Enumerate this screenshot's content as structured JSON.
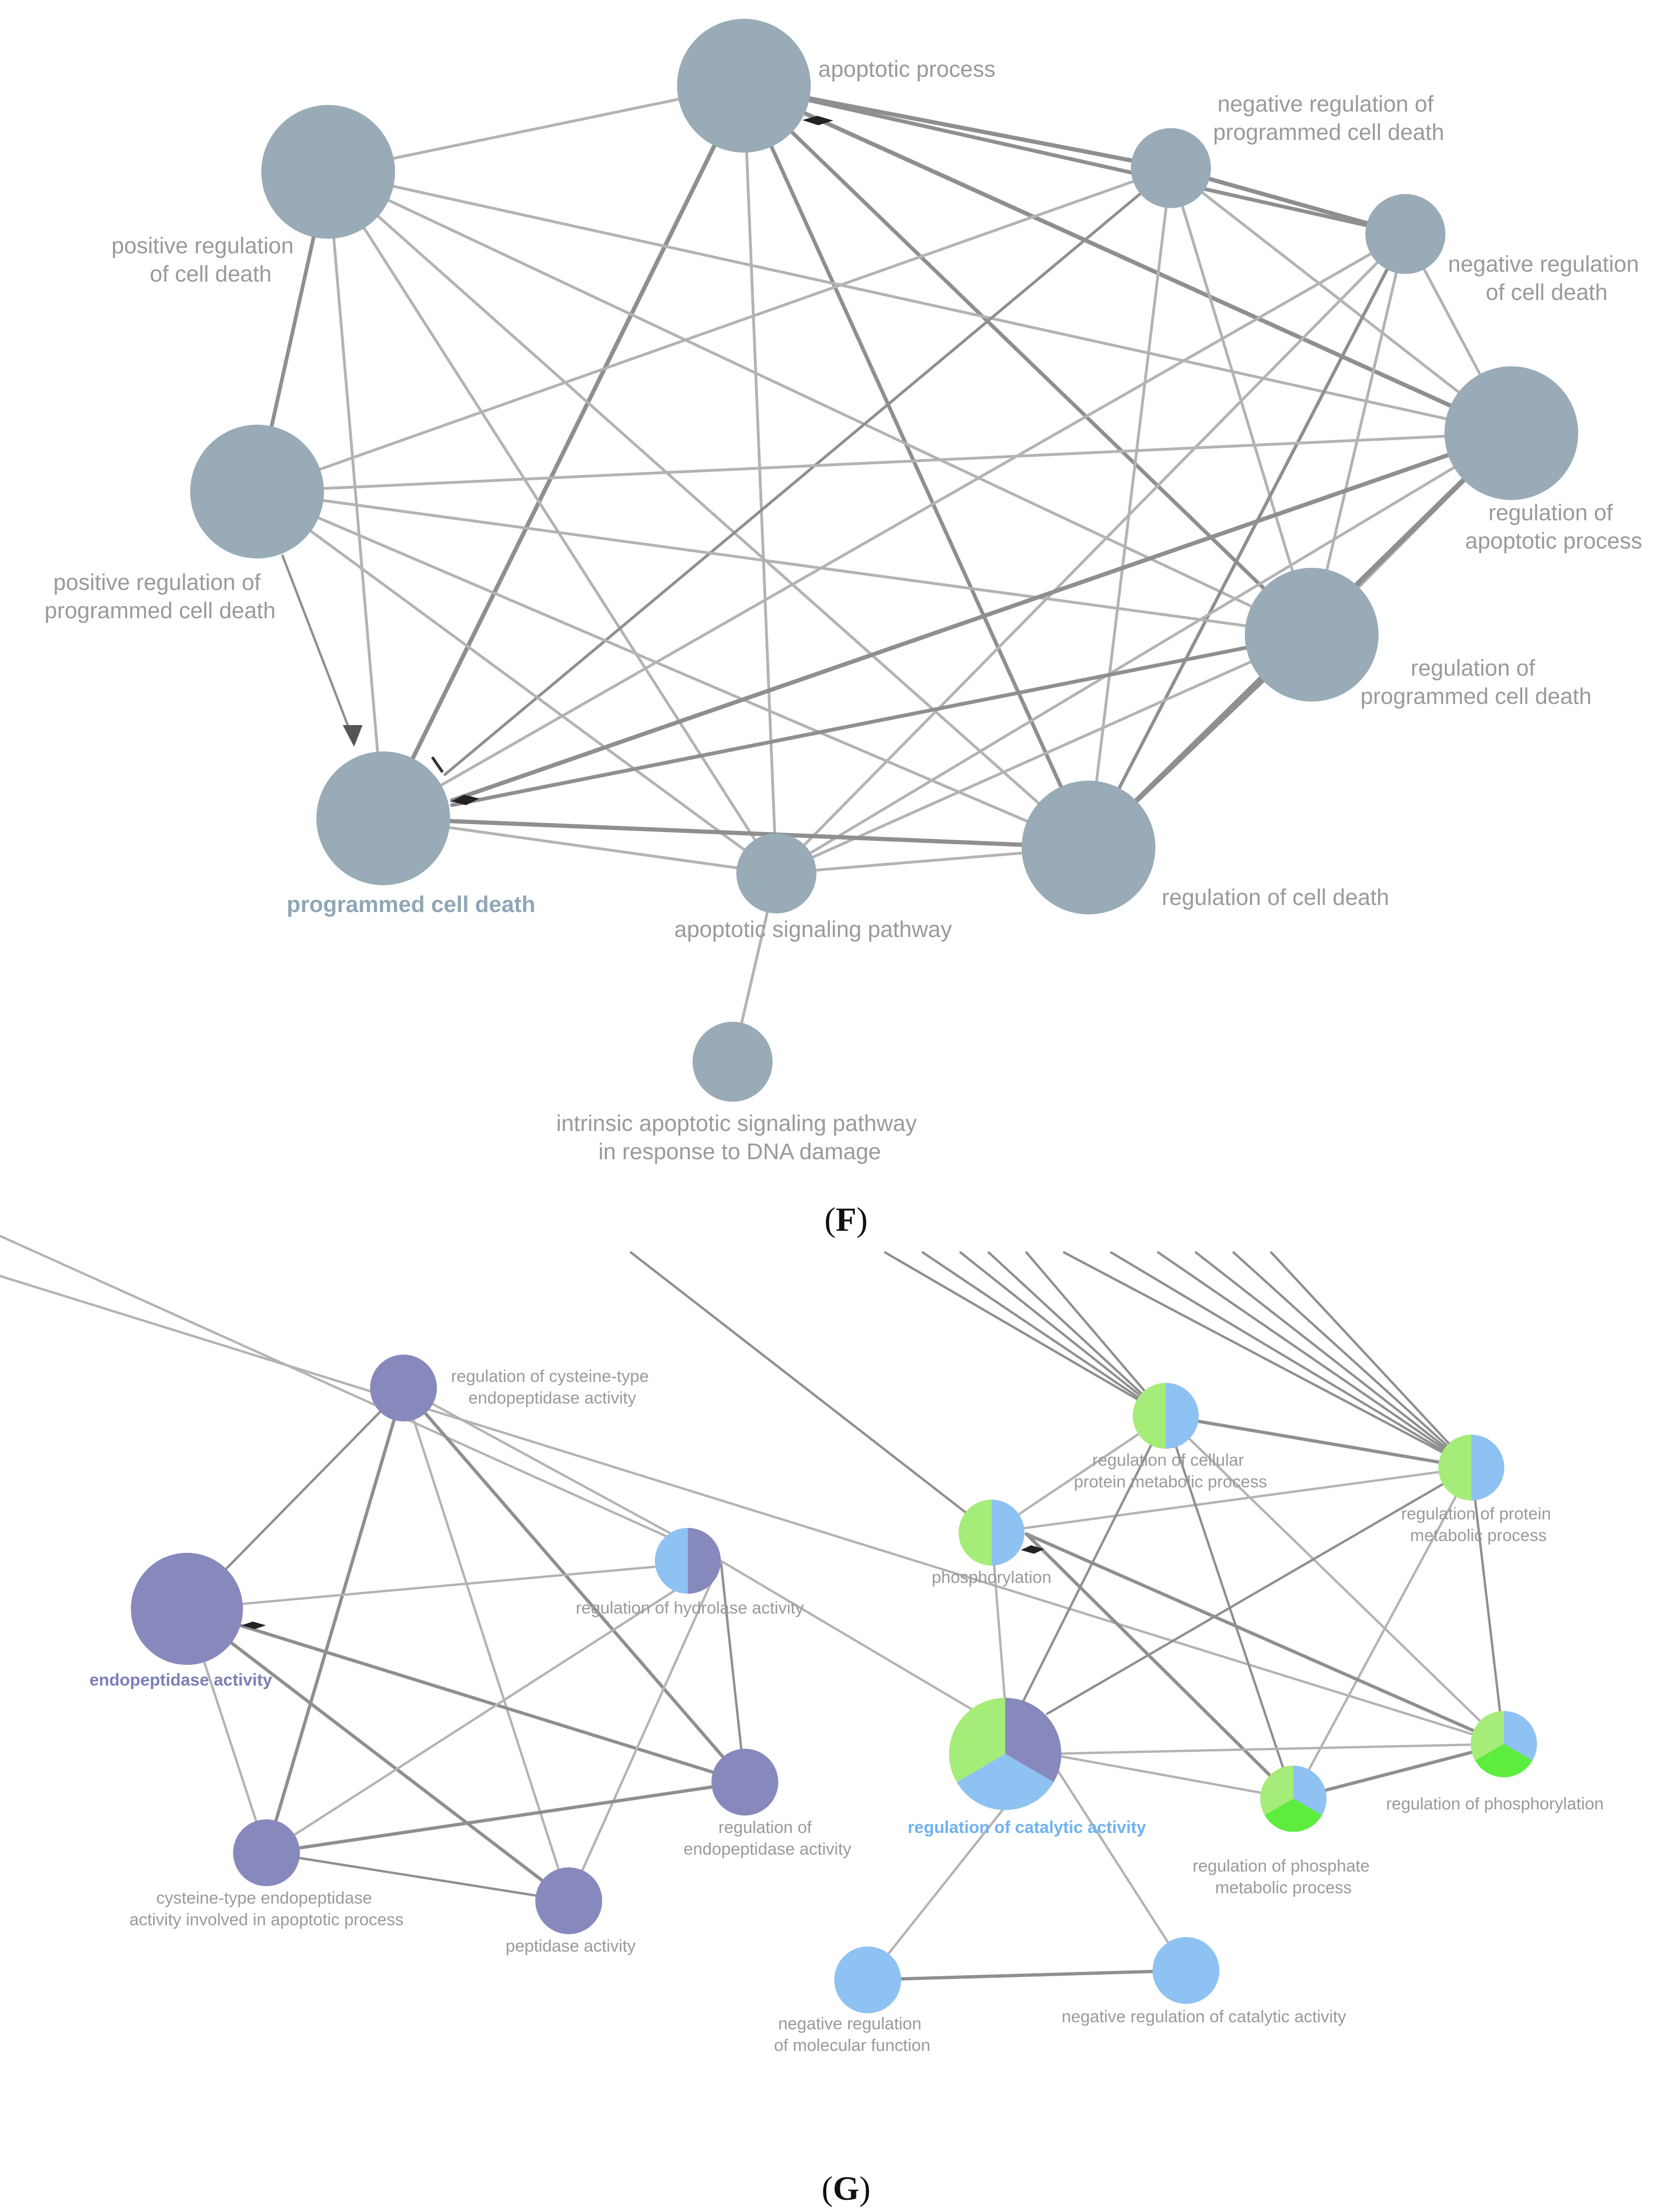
{
  "panels": [
    {
      "letter": "F",
      "open": "(",
      "close": ")"
    },
    {
      "letter": "G",
      "open": "(",
      "close": ")"
    }
  ],
  "colors": {
    "F_node": "#98abb7",
    "G_purple": "#8789bd",
    "G_blue": "#8ec2f2",
    "G_lightgreen": "#a6ec78",
    "G_green": "#5ded3f",
    "edge_light": "#b3b3b3",
    "edge_dark": "#8f8f8f",
    "label_grey": "#9a9a9a"
  },
  "F": {
    "nodes": [
      {
        "id": "apoptotic_process",
        "label": [
          "apoptotic process"
        ]
      },
      {
        "id": "pos_reg_cell_death",
        "label": [
          "positive regulation",
          "of cell death"
        ]
      },
      {
        "id": "neg_reg_pcd",
        "label": [
          "negative regulation of",
          "programmed cell death"
        ]
      },
      {
        "id": "neg_reg_cell_death",
        "label": [
          "negative regulation",
          "of cell death"
        ]
      },
      {
        "id": "pos_reg_pcd",
        "label": [
          "positive regulation of",
          "programmed cell death"
        ]
      },
      {
        "id": "reg_apoptotic_process",
        "label": [
          "regulation of",
          "apoptotic process"
        ]
      },
      {
        "id": "reg_pcd",
        "label": [
          "regulation of",
          "programmed cell death"
        ]
      },
      {
        "id": "programmed_cell_death",
        "label": [
          "programmed cell death"
        ],
        "highlight": true
      },
      {
        "id": "apoptotic_signaling",
        "label": [
          "apoptotic signaling pathway"
        ]
      },
      {
        "id": "reg_cell_death",
        "label": [
          "regulation of cell death"
        ]
      },
      {
        "id": "intrinsic_dna",
        "label": [
          "intrinsic apoptotic signaling pathway",
          "in response to DNA damage"
        ]
      }
    ]
  },
  "G": {
    "nodes": [
      {
        "id": "reg_cys_endo",
        "label": [
          "regulation of cysteine-type",
          "endopeptidase activity"
        ]
      },
      {
        "id": "endopeptidase",
        "label": [
          "endopeptidase activity"
        ],
        "highlight": true
      },
      {
        "id": "reg_hydrolase",
        "label": [
          "regulation of hydrolase activity"
        ]
      },
      {
        "id": "reg_endo",
        "label": [
          "regulation of",
          "endopeptidase activity"
        ]
      },
      {
        "id": "cys_endo_apop",
        "label": [
          "cysteine-type endopeptidase",
          "activity involved in apoptotic process"
        ]
      },
      {
        "id": "peptidase",
        "label": [
          "peptidase activity"
        ]
      },
      {
        "id": "reg_cell_prot_met",
        "label": [
          "regulation of cellular",
          "protein metabolic process"
        ]
      },
      {
        "id": "reg_prot_met",
        "label": [
          "regulation of protein",
          "metabolic process"
        ]
      },
      {
        "id": "phosphorylation",
        "label": [
          "phosphorylation"
        ]
      },
      {
        "id": "reg_catalytic",
        "label": [
          "regulation of catalytic activity"
        ],
        "highlight": true
      },
      {
        "id": "reg_phosphorylation",
        "label": [
          "regulation of phosphorylation"
        ]
      },
      {
        "id": "reg_phosphate_met",
        "label": [
          "regulation of phosphate",
          "metabolic process"
        ]
      },
      {
        "id": "neg_reg_mol_fn",
        "label": [
          "negative regulation",
          "of molecular function"
        ]
      },
      {
        "id": "neg_reg_catalytic",
        "label": [
          "negative regulation of catalytic activity"
        ]
      }
    ]
  }
}
